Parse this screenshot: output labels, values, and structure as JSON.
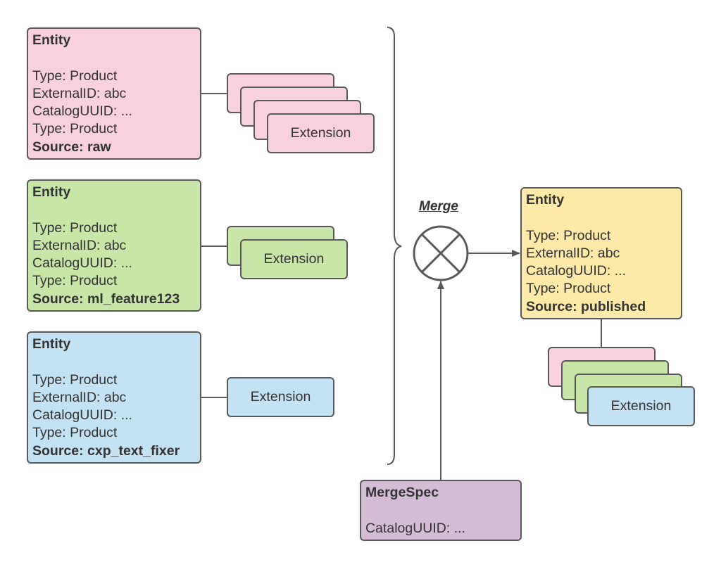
{
  "entities": [
    {
      "title": "Entity",
      "lines": [
        "Type: Product",
        "ExternalID: abc",
        "CatalogUUID: ...",
        "Type: Product"
      ],
      "source": "Source: raw"
    },
    {
      "title": "Entity",
      "lines": [
        "Type: Product",
        "ExternalID: abc",
        "CatalogUUID: ...",
        "Type: Product"
      ],
      "source": "Source: ml_feature123"
    },
    {
      "title": "Entity",
      "lines": [
        "Type: Product",
        "ExternalID: abc",
        "CatalogUUID: ...",
        "Type: Product"
      ],
      "source": "Source: cxp_text_fixer"
    }
  ],
  "result": {
    "title": "Entity",
    "lines": [
      "Type: Product",
      "ExternalID: abc",
      "CatalogUUID: ...",
      "Type: Product"
    ],
    "source": "Source: published"
  },
  "extension_label": "Extension",
  "merge_label": "Merge",
  "mergespec": {
    "title": "MergeSpec",
    "line": "CatalogUUID: ..."
  },
  "colors": {
    "pink": "#f9d0dd",
    "green": "#c8e6a8",
    "blue": "#c3e2f4",
    "yellow": "#fde9a8",
    "purple": "#d4bcd6",
    "border": "#595959"
  }
}
